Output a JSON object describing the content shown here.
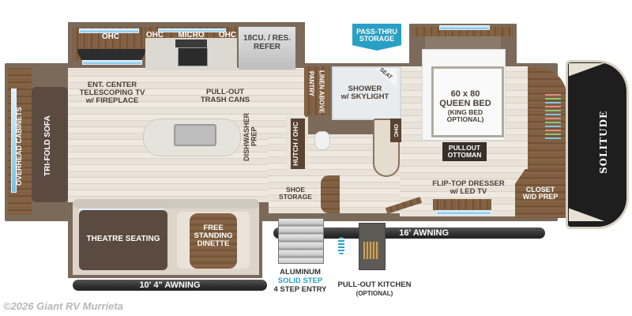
{
  "floorplan": {
    "brand_logo": "SOLITUDE",
    "rooms": {
      "ohc_left": "OHC",
      "ohc_mid_left": "OHC",
      "micro": "MICRO",
      "ohc_mid_right": "OHC",
      "refer": "18CU. / RES.\nREFER",
      "pass_thru": "PASS-THRU\nSTORAGE",
      "ent_center": "ENT. CENTER\nTELESCOPING TV\nw/ FIREPLACE",
      "pullout_trash": "PULL-OUT\nTRASH CANS",
      "overhead_cabinets": "OVERHEAD CABINETS",
      "tri_fold_sofa": "TRI-FOLD SOFA",
      "dishwasher": "DISHWASHER\nPREP",
      "hutch": "HUTCH / OHC",
      "linen": "LINEN ABOVE",
      "pantry": "PANTRY",
      "shower": "SHOWER\nw/ SKYLIGHT",
      "seat": "SEAT",
      "bath_ohc": "OHC",
      "queen_bed": "60 x 80\nQUEEN BED",
      "king_opt": "(KING BED\nOPTIONAL)",
      "pullout_ottoman": "PULLOUT\nOTTOMAN",
      "flip_top": "FLIP-TOP DRESSER\nw/ LED TV",
      "closet": "CLOSET\nW/D PREP",
      "shoe_storage": "SHOE\nSTORAGE",
      "theatre": "THEATRE SEATING",
      "dinette": "FREE\nSTANDING\nDINETTE"
    },
    "awnings": {
      "front": "16' AWNING",
      "rear": "10' 4\" AWNING"
    },
    "exterior": {
      "step_line1": "ALUMINUM",
      "step_line2": "SOLID STEP",
      "step_line3": "4 STEP ENTRY",
      "kitchen_line1": "PULL-OUT KITCHEN",
      "kitchen_line2": "(OPTIONAL)"
    },
    "colors": {
      "accent_blue": "#2a9fc4",
      "wall": "#7b6a5a",
      "label_dark": "#4a4038"
    }
  },
  "footer": {
    "copyright": "©2026 Giant RV Murrieta"
  }
}
